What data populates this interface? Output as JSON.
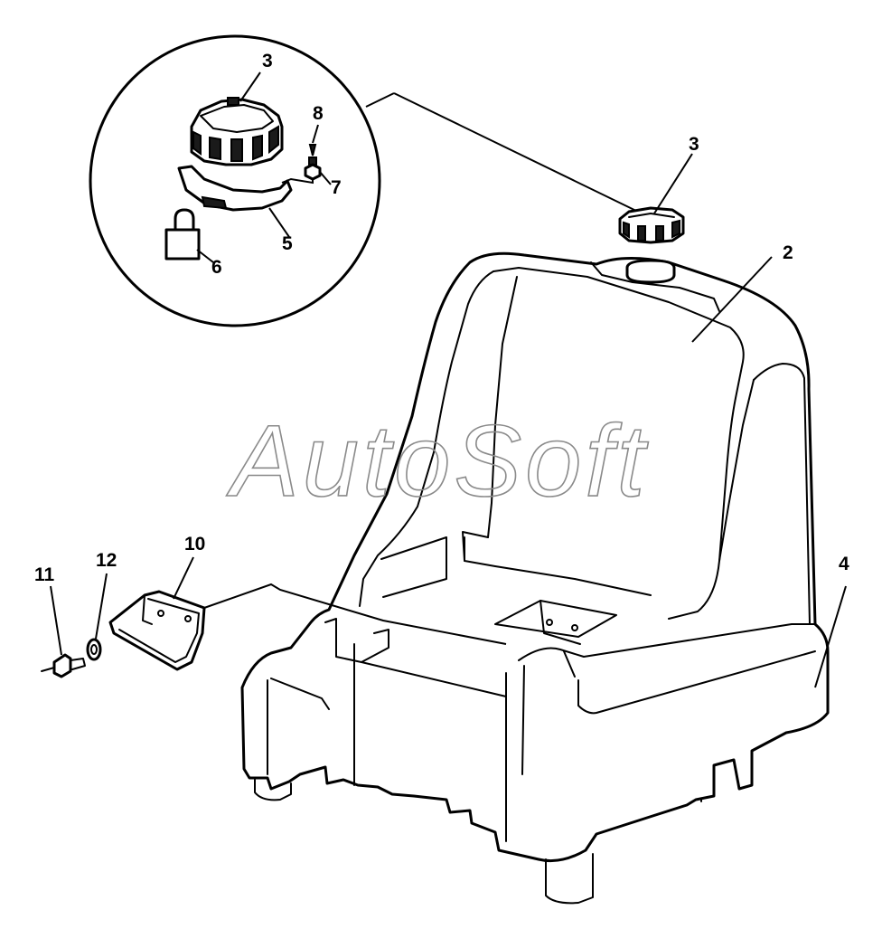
{
  "watermark": "AutoSoft",
  "callouts": {
    "c3_detail": "3",
    "c8": "8",
    "c7": "7",
    "c5": "5",
    "c6": "6",
    "c3_main": "3",
    "c2": "2",
    "c4": "4",
    "c10": "10",
    "c11": "11",
    "c12": "12"
  }
}
